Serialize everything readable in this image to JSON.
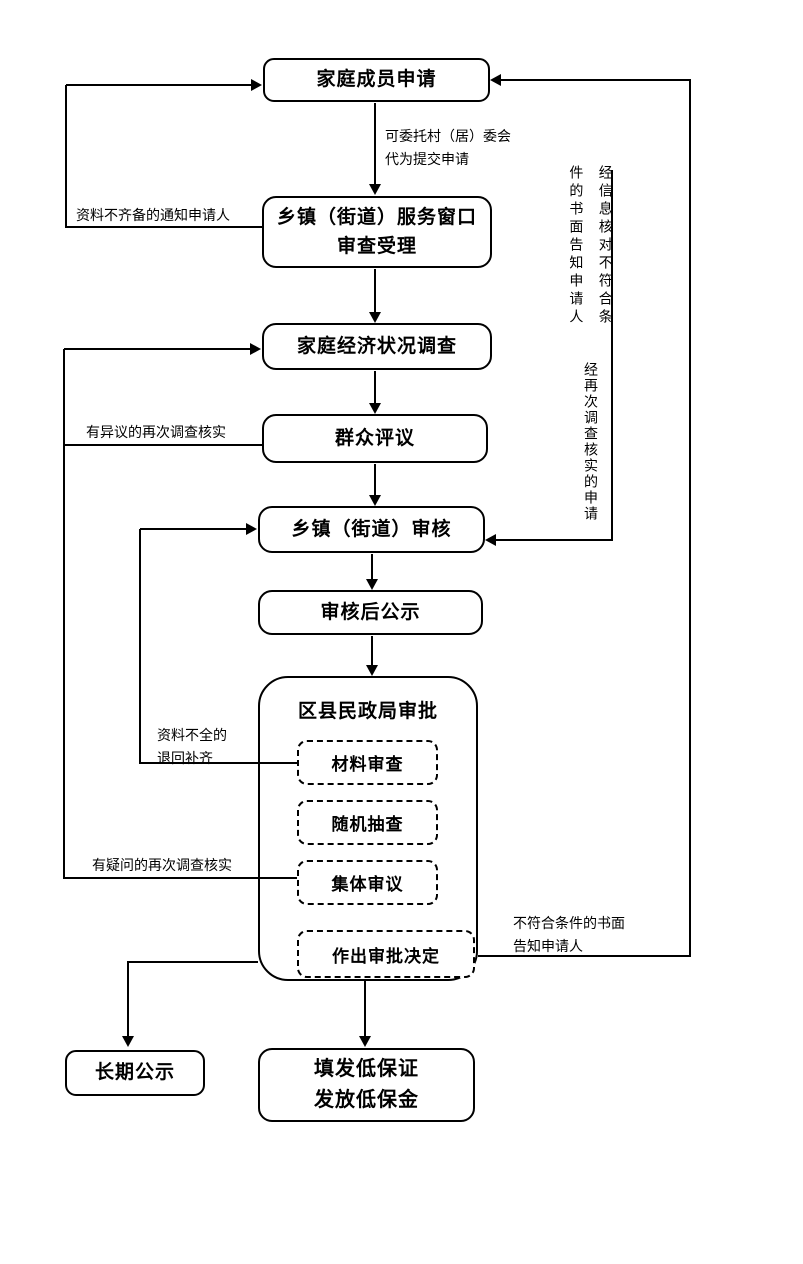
{
  "nodes": {
    "family_apply": {
      "label": "家庭成员申请"
    },
    "window_accept": {
      "line1": "乡镇（街道）服务窗口",
      "line2": "审查受理"
    },
    "economic_survey": {
      "label": "家庭经济状况调查"
    },
    "public_appraisal": {
      "label": "群众评议"
    },
    "town_review": {
      "label": "乡镇（街道）审核"
    },
    "post_review_publicity": {
      "label": "审核后公示"
    },
    "bureau_approval": {
      "title": "区县民政局审批",
      "steps": {
        "material_review": "材料审查",
        "random_check": "随机抽查",
        "collective_review": "集体审议",
        "decision": "作出审批决定"
      }
    },
    "long_publicity": {
      "label": "长期公示"
    },
    "issue_benefit": {
      "line1": "填发低保证",
      "line2": "发放低保金"
    }
  },
  "edge_labels": {
    "delegate_note": {
      "line1": "可委托村（居）委会",
      "line2": "代为提交申请"
    },
    "incomplete_notify": "资料不齐备的通知申请人",
    "objection_recheck": "有异议的再次调查核实",
    "incomplete_return": {
      "line1": "资料不全的",
      "line2": "退回补齐"
    },
    "doubt_recheck": "有疑问的再次调查核实",
    "unqualified_notify": {
      "line1": "不符合条件的书面",
      "line2": "告知申请人"
    },
    "info_check_notify": {
      "col1": "经信息核对不符合条",
      "col2": "件的书面告知申请人"
    },
    "recheck_apply": "经再次调查核实的申请"
  },
  "colors": {
    "line": "#000000",
    "box_bg": "#ffffff",
    "page_bg": "#ffffff"
  }
}
